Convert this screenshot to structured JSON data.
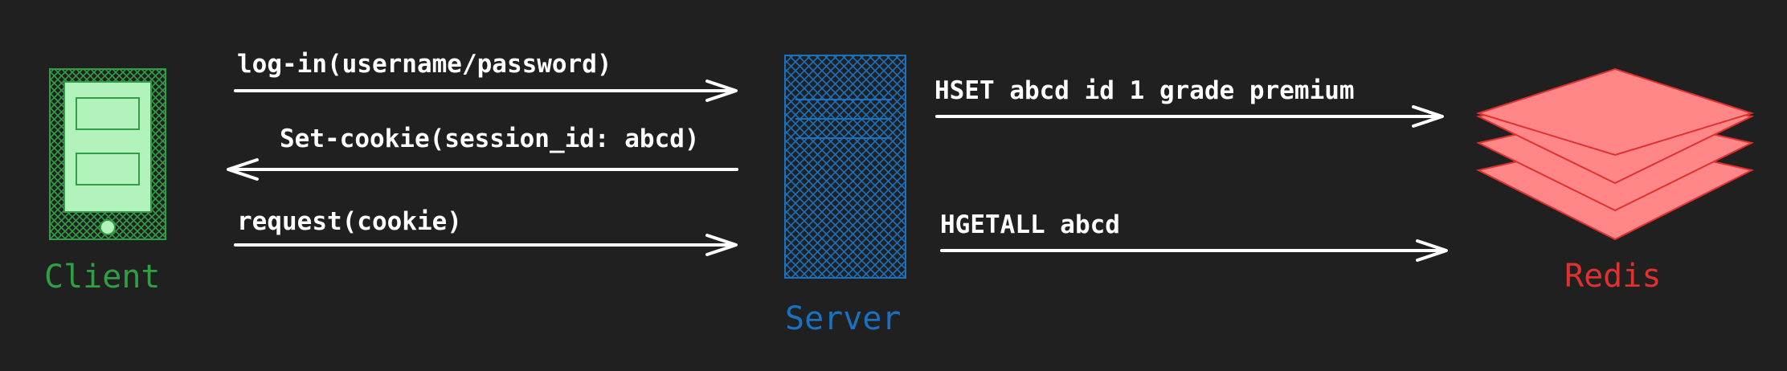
{
  "nodes": {
    "client": {
      "label": "Client",
      "color": "#2f9e44",
      "fill": "#b2f2bb"
    },
    "server": {
      "label": "Server",
      "color": "#1971c2"
    },
    "redis": {
      "label": "Redis",
      "color": "#e03131",
      "fill": "#ff8787"
    }
  },
  "messages": [
    {
      "label": "log-in(username/password)",
      "direction": "client-to-server"
    },
    {
      "label": "Set-cookie(session_id: abcd)",
      "direction": "server-to-client"
    },
    {
      "label": "request(cookie)",
      "direction": "client-to-server"
    },
    {
      "label": "HSET abcd id 1 grade premium",
      "direction": "server-to-redis"
    },
    {
      "label": "HGETALL abcd",
      "direction": "server-to-redis"
    }
  ],
  "colors": {
    "background": "#202020",
    "arrow": "#ffffff"
  }
}
